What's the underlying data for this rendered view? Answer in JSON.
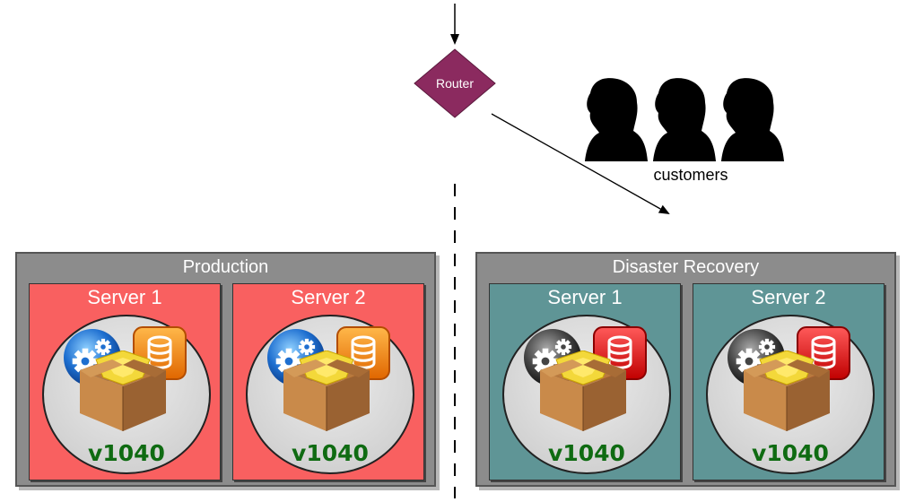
{
  "router": {
    "label": "Router"
  },
  "customers": {
    "label": "customers"
  },
  "environments": [
    {
      "title": "Production",
      "servers": [
        {
          "title": "Server 1",
          "version": "v1040"
        },
        {
          "title": "Server 2",
          "version": "v1040"
        }
      ]
    },
    {
      "title": "Disaster Recovery",
      "servers": [
        {
          "title": "Server 1",
          "version": "v1040"
        },
        {
          "title": "Server 2",
          "version": "v1040"
        }
      ]
    }
  ],
  "colors": {
    "router": "#8b2a5f",
    "production_server": "#f96060",
    "dr_server": "#5f9596",
    "environment": "#8c8c8c",
    "version": "#0f6b12"
  },
  "icons": [
    "gear-globe-icon",
    "database-icon",
    "package-box-icon",
    "person-silhouette-icon"
  ]
}
